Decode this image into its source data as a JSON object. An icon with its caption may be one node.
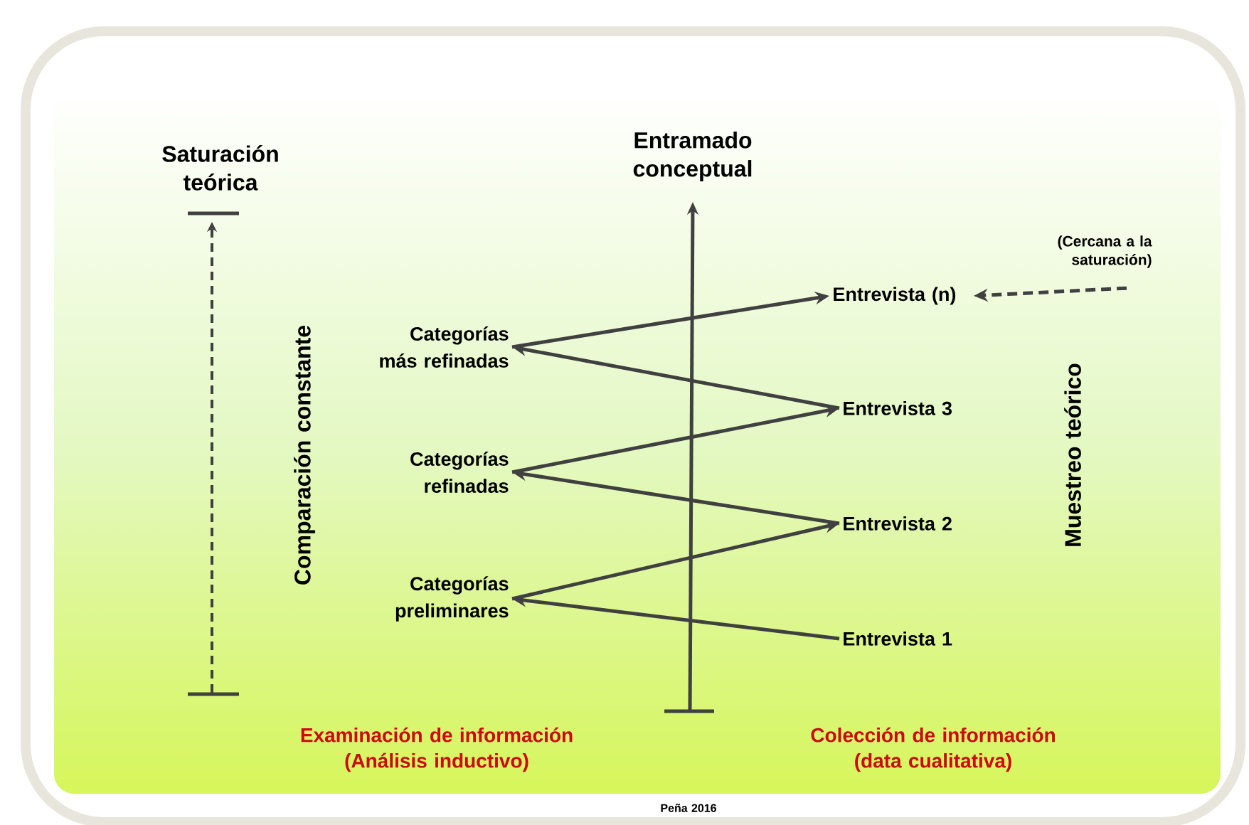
{
  "diagram": {
    "nodes": [
      {
        "text": [
          "Categorías más refinadas"
        ]
      },
      {
        "text": [
          "Categorías refinadas"
        ]
      },
      {
        "text": [
          "Categorías preliminares"
        ]
      },
      {
        "text": [
          "Entrevista (n)"
        ]
      },
      {
        "text": [
          "Entrevista 3"
        ]
      },
      {
        "text": [
          "Entrevista 2"
        ]
      },
      {
        "text": [
          "Entrevista 1"
        ]
      },
      {
        "text": [
          "(Cercana a la saturación)"
        ]
      }
    ],
    "edges": [
      {
        "from": 6,
        "to": 2,
        "arrow": "to"
      },
      {
        "from": 2,
        "to": 5,
        "arrow": "to"
      },
      {
        "from": 5,
        "to": 1,
        "arrow": "to"
      },
      {
        "from": 1,
        "to": 4,
        "arrow": "to"
      },
      {
        "from": 4,
        "to": 0,
        "arrow": "to"
      },
      {
        "from": 0,
        "to": 3,
        "arrow": "to"
      },
      {
        "from": 7,
        "to": 3,
        "arrow": "to",
        "style": "dashed"
      }
    ],
    "labels": [
      "Saturación teórica",
      "Entramado conceptual",
      "Comparación constante",
      "Muestreo teórico",
      "Examinación de información (Análisis inductivo)",
      "Colección de información (data cualitativa)",
      "Peña 2016"
    ]
  }
}
